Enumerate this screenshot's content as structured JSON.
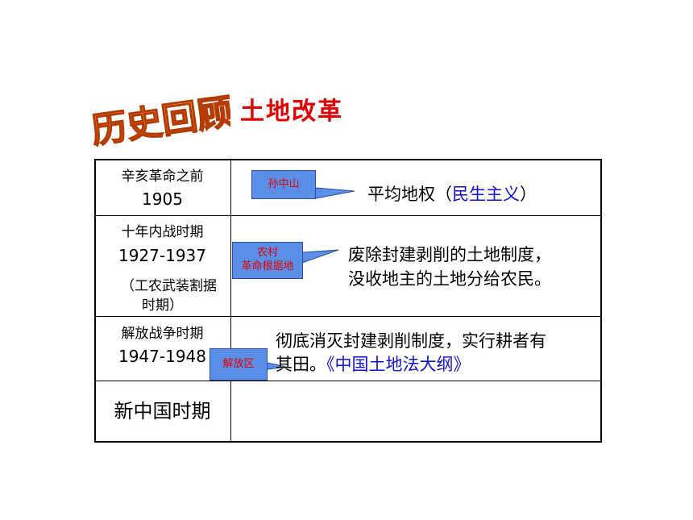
{
  "logo_text": "历史回顾",
  "title": "土地改革",
  "rows": [
    {
      "period": "辛亥革命之前",
      "year": "1905"
    },
    {
      "period": "十年内战时期",
      "year": "1927-1937",
      "note_line1": "（工农武装割据",
      "note_line2": "时期）"
    },
    {
      "period": "解放战争时期",
      "year": "1947-1948"
    },
    {
      "period": "新中国时期"
    }
  ],
  "callouts": {
    "c1": "孙中山",
    "c2_line1": "农村",
    "c2_line2": "革命根据地",
    "c3": "解放区"
  },
  "contents": {
    "row1_prefix": "平均地权（",
    "row1_blue": "民生主义",
    "row1_suffix": "）",
    "row2_line1": "废除封建剥削的土地制度，",
    "row2_line2": "没收地主的土地分给农民。",
    "row3_line1": "彻底消灭封建剥削制度，实行耕者有",
    "row3_line2_prefix": "其田。",
    "row3_line2_blue": "《中国土地法大纲》"
  },
  "colors": {
    "title": "#e00000",
    "logo_fill": "#f58220",
    "callout_fill": "#5b8ee6",
    "callout_text": "#e00000",
    "link_blue": "#1010d0"
  }
}
